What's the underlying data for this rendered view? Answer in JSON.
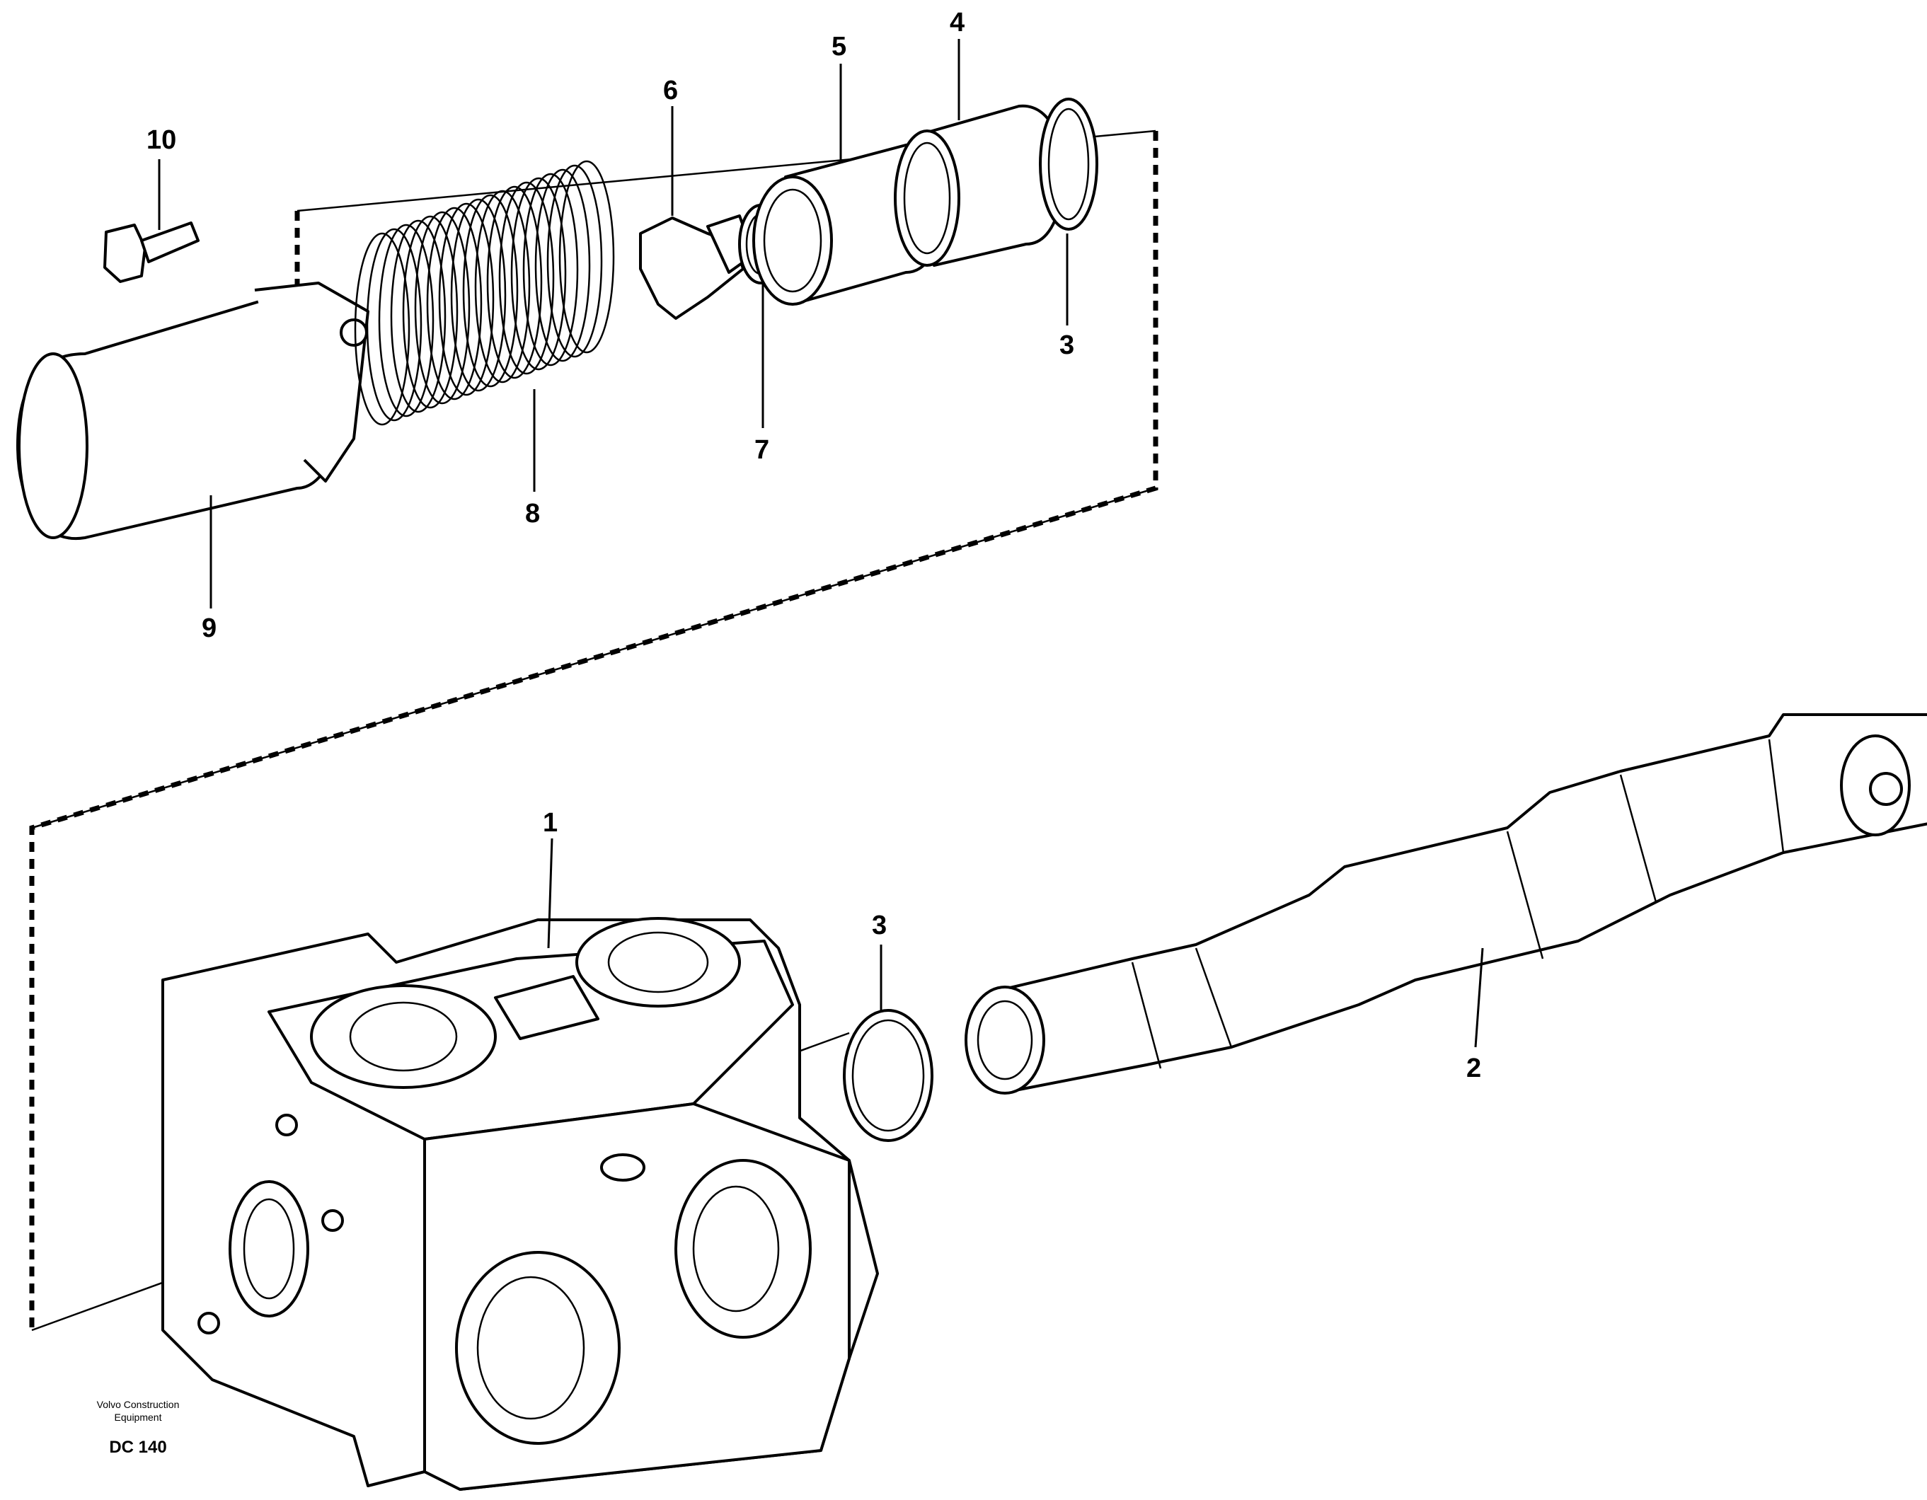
{
  "diagram": {
    "callouts": [
      "10",
      "6",
      "5",
      "4",
      "3",
      "7",
      "8",
      "9",
      "1",
      "3",
      "2"
    ],
    "credit": {
      "line1": "Volvo Construction",
      "line2": "Equipment"
    },
    "code": "DC 140"
  }
}
